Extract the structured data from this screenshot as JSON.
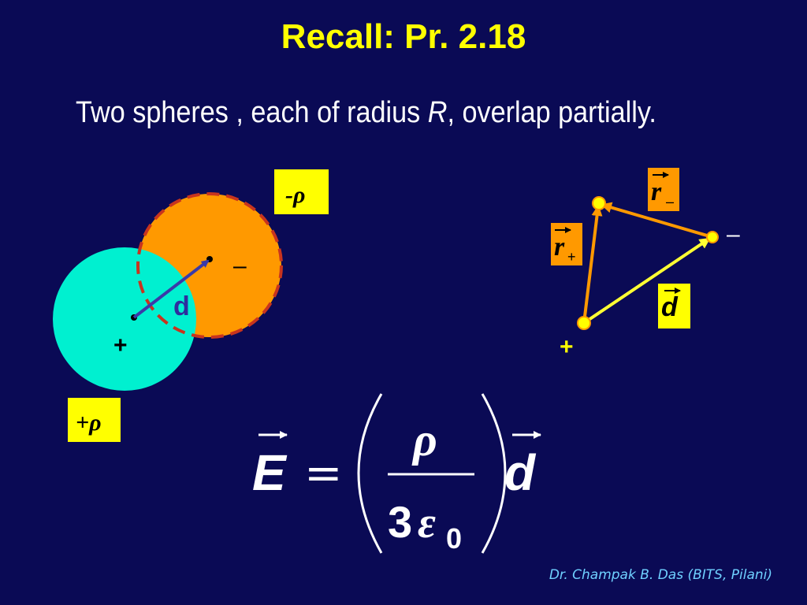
{
  "title": "Recall: Pr. 2.18",
  "subtitle": {
    "pre": "Two spheres , each of radius ",
    "var": "R",
    "post": ", overlap partially."
  },
  "left_diagram": {
    "neg_density_label": "-ρ",
    "pos_density_label": "+ρ",
    "d_label": "d",
    "plus_sign": "+",
    "minus_sign": "–",
    "colors": {
      "negative_sphere": "#ff9900",
      "positive_sphere": "#00f0d0",
      "dashed_edge": "#c8341e",
      "arrow": "#3a3aa8"
    }
  },
  "vector_diagram": {
    "r_minus_label": "r",
    "r_minus_sub": "–",
    "r_plus_label": "r",
    "r_plus_sub": "+",
    "d_label": "d",
    "plus_sign": "+",
    "minus_sign": "–",
    "colors": {
      "d_arrow": "#ffff33",
      "r_arrows": "#ff9900",
      "label_box_orange": "#ff9900",
      "label_box_yellow": "#ffff00"
    }
  },
  "equation": {
    "lhs": "E",
    "equals": "=",
    "numerator": "ρ",
    "denominator_coeff": "3",
    "denominator_sym": "ε",
    "denominator_sub": "0",
    "rhs": "d"
  },
  "credit": "Dr. Champak B. Das (BITS, Pilani)"
}
